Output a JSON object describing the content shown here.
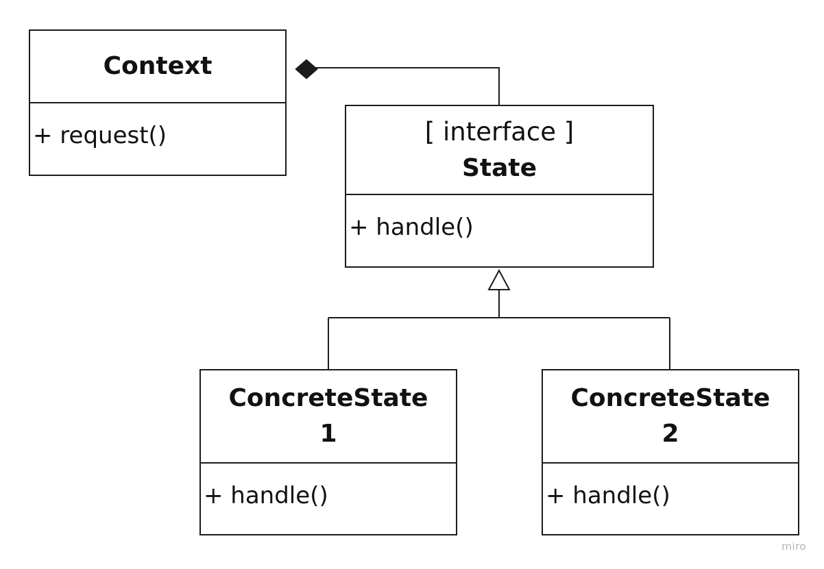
{
  "diagram": {
    "context": {
      "name": "Context",
      "method": "+ request()"
    },
    "state": {
      "stereotype": "[ interface ]",
      "name": "State",
      "method": "+ handle()"
    },
    "concrete_state_1": {
      "name_line1": "ConcreteState",
      "name_line2": "1",
      "method": "+ handle()"
    },
    "concrete_state_2": {
      "name_line1": "ConcreteState",
      "name_line2": "2",
      "method": "+ handle()"
    },
    "relations": [
      {
        "type": "composition",
        "from": "Context",
        "to": "State"
      },
      {
        "type": "realization",
        "from": "ConcreteState 1",
        "to": "State"
      },
      {
        "type": "realization",
        "from": "ConcreteState 2",
        "to": "State"
      }
    ]
  },
  "colors": {
    "stroke": "#1a1a1a",
    "background": "#ffffff",
    "watermark": "#b3b3b3"
  },
  "watermark": "miro"
}
